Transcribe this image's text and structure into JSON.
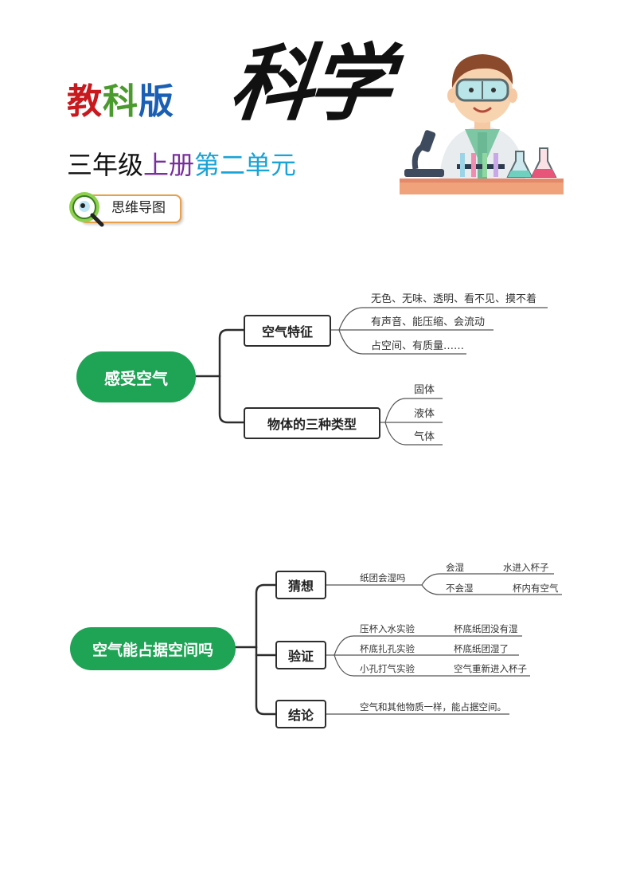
{
  "header": {
    "brand_chars": [
      {
        "text": "教",
        "color": "#c8191f"
      },
      {
        "text": "科",
        "color": "#4a9a2e"
      },
      {
        "text": "版",
        "color": "#1a5fb4"
      }
    ],
    "calligraphy": "科学",
    "subtitle_parts": [
      {
        "text": "三年级",
        "color": "#111111"
      },
      {
        "text": "上册",
        "color": "#7a2f9e"
      },
      {
        "text": "第二单元",
        "color": "#1aa3d6"
      }
    ],
    "badge_label": "思维导图"
  },
  "map1": {
    "root": "感受空气",
    "branches": [
      {
        "label": "空气特征",
        "leaves": [
          "无色、无味、透明、看不见、摸不着",
          "有声音、能压缩、会流动",
          "占空间、有质量……"
        ]
      },
      {
        "label": "物体的三种类型",
        "leaves": [
          "固体",
          "液体",
          "气体"
        ]
      }
    ]
  },
  "map2": {
    "root": "空气能占据空间吗",
    "guess": {
      "label": "猜想",
      "question": "纸团会湿吗",
      "options": [
        {
          "answer": "会湿",
          "reason": "水进入杯子"
        },
        {
          "answer": "不会湿",
          "reason": "杯内有空气"
        }
      ]
    },
    "verify": {
      "label": "验证",
      "rows": [
        {
          "experiment": "压杯入水实验",
          "result": "杯底纸团没有湿"
        },
        {
          "experiment": "杯底扎孔实验",
          "result": "杯底纸团湿了"
        },
        {
          "experiment": "小孔打气实验",
          "result": "空气重新进入杯子"
        }
      ]
    },
    "conclusion": {
      "label": "结论",
      "text": "空气和其他物质一样，能占据空间。"
    }
  },
  "colors": {
    "root_green": "#1fa355",
    "line": "#2d2d2d",
    "badge_border": "#e8a04a"
  }
}
